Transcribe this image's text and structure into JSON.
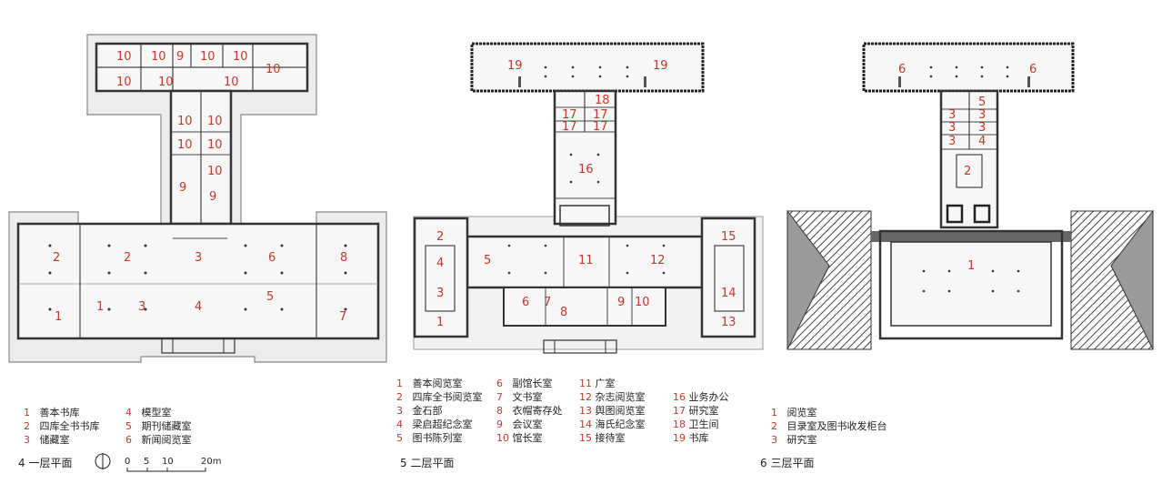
{
  "plans": [
    {
      "id": "floor1",
      "caption": "4 一层平面",
      "legend": [
        {
          "n": "1",
          "t": "善本书库"
        },
        {
          "n": "2",
          "t": "四库全书书库"
        },
        {
          "n": "3",
          "t": "储藏室"
        },
        {
          "n": "4",
          "t": "模型室"
        },
        {
          "n": "5",
          "t": "期刊储藏室"
        },
        {
          "n": "6",
          "t": "新闻阅览室"
        }
      ]
    },
    {
      "id": "floor2",
      "caption": "5 二层平面",
      "legend": [
        {
          "n": "1",
          "t": "善本阅览室"
        },
        {
          "n": "2",
          "t": "四库全书阅览室"
        },
        {
          "n": "3",
          "t": "金石部"
        },
        {
          "n": "4",
          "t": "梁启超纪念室"
        },
        {
          "n": "5",
          "t": "图书陈列室"
        },
        {
          "n": "6",
          "t": "副馆长室"
        },
        {
          "n": "7",
          "t": "文书室"
        },
        {
          "n": "8",
          "t": "衣帽寄存处"
        },
        {
          "n": "9",
          "t": "会议室"
        },
        {
          "n": "10",
          "t": "馆长室"
        },
        {
          "n": "11",
          "t": "广室"
        },
        {
          "n": "12",
          "t": "杂志阅览室"
        },
        {
          "n": "13",
          "t": "舆图阅览室"
        },
        {
          "n": "14",
          "t": "海氏纪念室"
        },
        {
          "n": "15",
          "t": "接待室"
        },
        {
          "n": "16",
          "t": "业务办公"
        },
        {
          "n": "17",
          "t": "研究室"
        },
        {
          "n": "18",
          "t": "卫生间"
        },
        {
          "n": "19",
          "t": "书库"
        }
      ]
    },
    {
      "id": "floor3",
      "caption": "6 三层平面",
      "legend": [
        {
          "n": "1",
          "t": "阅览室"
        },
        {
          "n": "2",
          "t": "目录室及图书收发柜台"
        },
        {
          "n": "3",
          "t": "研究室"
        }
      ]
    }
  ],
  "scale_bar": {
    "labels": [
      "0",
      "5",
      "10",
      "20m"
    ]
  },
  "room_labels": {
    "floor1": [
      "10",
      "10",
      "9",
      "10",
      "10",
      "10",
      "10",
      "10",
      "10",
      "10",
      "10",
      "10",
      "10",
      "10",
      "9",
      "9",
      "2",
      "2",
      "3",
      "6",
      "8",
      "1",
      "1",
      "3",
      "4",
      "5",
      "7"
    ],
    "floor2": [
      "19",
      "19",
      "18",
      "17",
      "17",
      "17",
      "17",
      "16",
      "2",
      "4",
      "3",
      "1",
      "5",
      "11",
      "12",
      "15",
      "14",
      "13",
      "6",
      "7",
      "8",
      "9",
      "10"
    ],
    "floor3": [
      "6",
      "6",
      "5",
      "3",
      "3",
      "3",
      "3",
      "3",
      "4",
      "2",
      "1"
    ]
  },
  "colors": {
    "label": "#c0392b",
    "wall": "#333333",
    "fill": "#e8e8e8",
    "roof": "#555555"
  }
}
